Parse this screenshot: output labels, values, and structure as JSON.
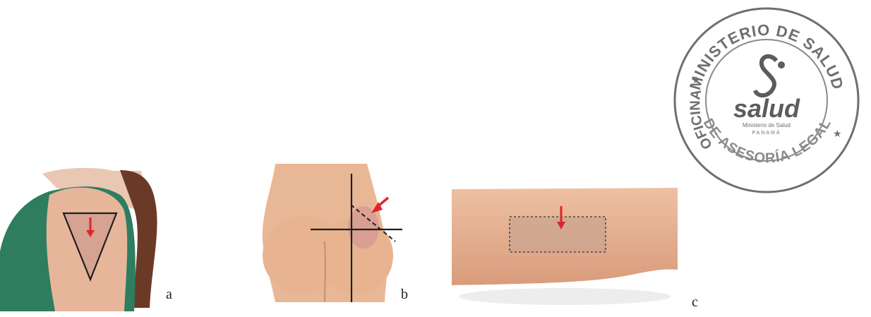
{
  "figures": [
    {
      "id": "a",
      "label": "a",
      "site": "deltoid"
    },
    {
      "id": "b",
      "label": "b",
      "site": "gluteal"
    },
    {
      "id": "c",
      "label": "c",
      "site": "forearm"
    }
  ],
  "seal": {
    "top_text": "MINISTERIO DE SALUD",
    "left_text": "OFICINA",
    "bottom_text": "DE ASESORÍA LEGAL",
    "logo_word": "salud",
    "logo_subtext": "Ministerio de Salud",
    "logo_country": "PANAMÁ"
  },
  "colors": {
    "skin": "#e7b69a",
    "shirt": "#2f7d5f",
    "arrow": "#e0242b",
    "stamp": "#6f6f6f"
  }
}
